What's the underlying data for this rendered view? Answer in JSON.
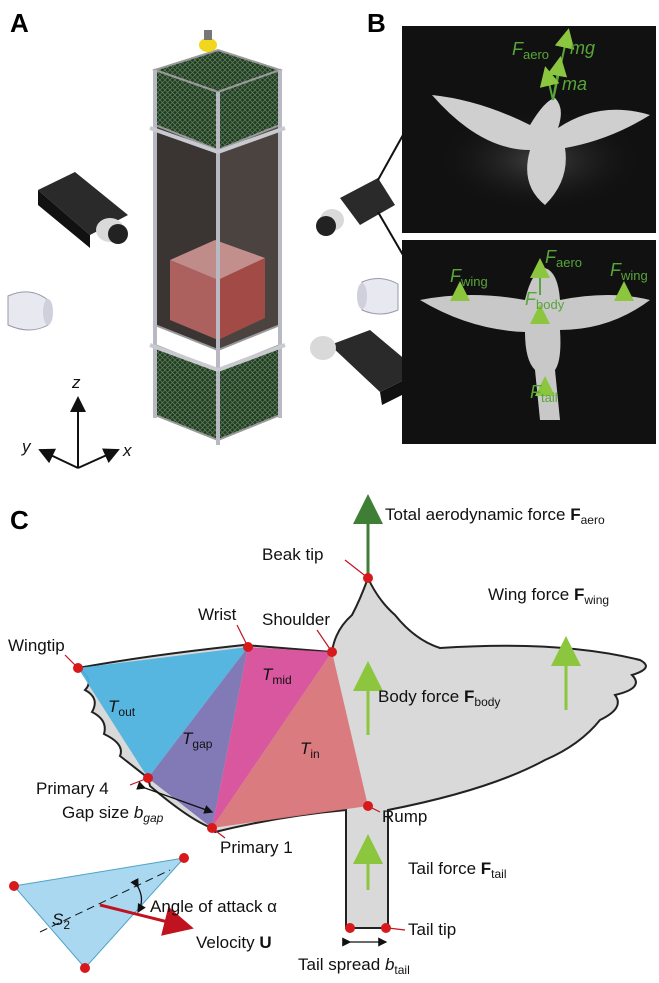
{
  "panels": {
    "a": "A",
    "b": "B",
    "c": "C"
  },
  "axes": {
    "z": "z",
    "y": "y",
    "x": "x"
  },
  "photo_top": {
    "f": "F",
    "aero": "aero",
    "mg": "mg",
    "ma": "ma"
  },
  "photo_bottom": {
    "f_aero": "F",
    "aero": "aero",
    "f_wing_l": "F",
    "wing_l": "wing",
    "f_wing_r": "F",
    "wing_r": "wing",
    "f_body": "F",
    "body": "body",
    "f_tail": "F",
    "tail": "tail"
  },
  "diagram": {
    "total_force": "Total aerodynamic force ",
    "total_force_sym": "F",
    "total_force_sub": "aero",
    "wing_force": "Wing force ",
    "wing_force_sym": "F",
    "wing_force_sub": "wing",
    "body_force": "Body force ",
    "body_force_sym": "F",
    "body_force_sub": "body",
    "tail_force": "Tail force ",
    "tail_force_sym": "F",
    "tail_force_sub": "tail",
    "beak_tip": "Beak tip",
    "wrist": "Wrist",
    "shoulder": "Shoulder",
    "wingtip": "Wingtip",
    "primary4": "Primary 4",
    "primary1": "Primary 1",
    "rump": "Rump",
    "tail_tip": "Tail tip",
    "gap_size": "Gap size ",
    "gap_b": "b",
    "gap_sub": "gap",
    "tail_spread": "Tail spread ",
    "tail_b": "b",
    "tail_sub": "tail",
    "t_out": "T",
    "t_out_sub": "out",
    "t_gap": "T",
    "t_gap_sub": "gap",
    "t_mid": "T",
    "t_mid_sub": "mid",
    "t_in": "T",
    "t_in_sub": "in",
    "s2": "S",
    "s2_sub": "2",
    "angle": "Angle of attack α",
    "velocity": "Velocity ",
    "velocity_sym": "U"
  },
  "colors": {
    "green_dark": "#3f7f35",
    "green_light": "#8cc63f",
    "red_dot": "#d7191c",
    "t_out": "#4fb4e0",
    "t_gap": "#7d74b5",
    "t_mid": "#d9509c",
    "t_in": "#d9767a",
    "velocity": "#c1121f"
  }
}
